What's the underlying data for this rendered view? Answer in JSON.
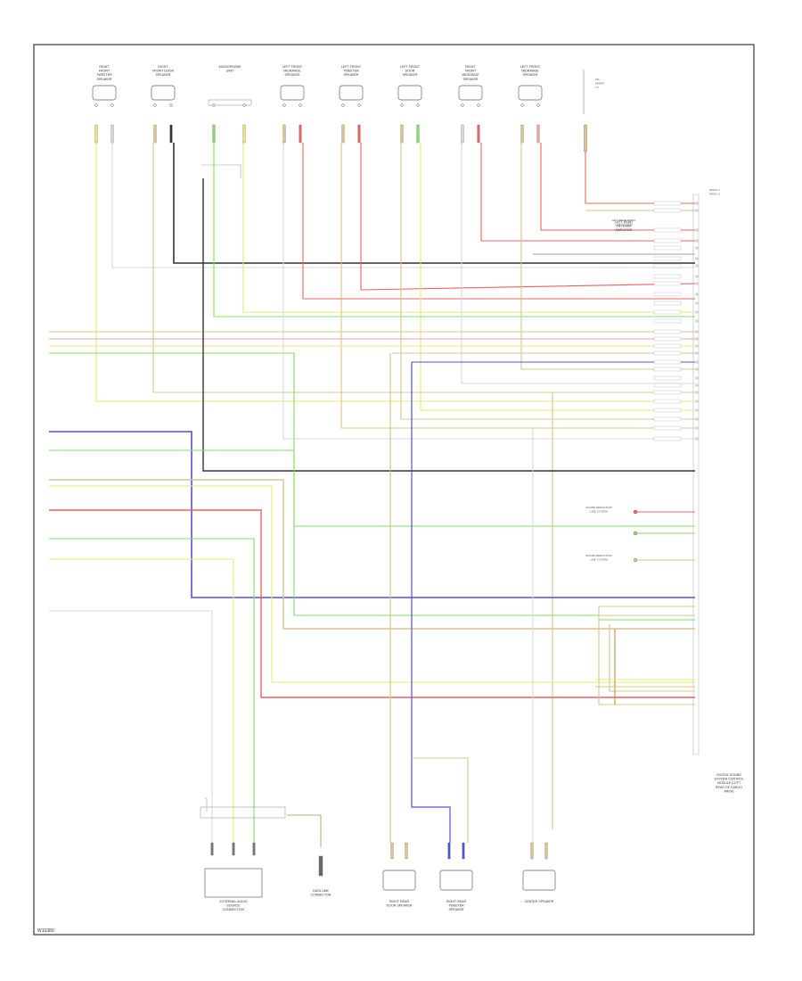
{
  "figure_code": "W10380",
  "wire_colors": {
    "YEL": "#e8e870",
    "TAN": "#d9c48a",
    "RED": "#f06060",
    "PINK": "#f7a0a0",
    "GRN": "#80e060",
    "BLU": "#5050e0",
    "GRY": "#a0a0a0",
    "BLK": "#333333",
    "WHT": "#d8d8d8",
    "BRN": "#b89040"
  },
  "top_components": [
    {
      "name": "RIGHT FRONT TWEETER SPEAKER"
    },
    {
      "name": "RIGHT FRONT DOOR SPEAKER"
    },
    {
      "name": "MICROPHONE UNIT"
    },
    {
      "name": "LEFT FRONT MIDRANGE SPEAKER"
    },
    {
      "name": "LEFT FRONT TWEETER SPEAKER"
    },
    {
      "name": "LEFT FRONT DOOR SPEAKER"
    },
    {
      "name": "RIGHT FRONT MIDRANGE SPEAKER"
    },
    {
      "name": "LEFT FRONT MIDRANGE SPEAKER"
    }
  ],
  "antenna_label": "LEFT REAR ANTENNA AMPLIFIER",
  "antenna_legend": [
    "FM",
    "AM/FM",
    "TV"
  ],
  "right_module_label": "DIGITAL SOUND SYSTEM CONTROL MODULE (LEFT REAR OF CARGO AREA)",
  "right_connectors": [
    "RADIO 1",
    "RADIO 2"
  ],
  "right_callouts": [
    "SOUND REDUCTION LINE SYSTEM",
    "SOUND REDUCTION LINE SYSTEM",
    "LEFT REAR RADIO LINE SYSTEM"
  ],
  "bottom_components": [
    {
      "name": "EXTERNAL AUDIO SOURCE CONNECTION"
    },
    {
      "name": "DATA LINK CONNECTOR"
    },
    {
      "name": "RIGHT REAR DOOR SPEAKER"
    },
    {
      "name": "RIGHT REAR TWEETER SPEAKER"
    },
    {
      "name": "CENTER SPEAKER"
    }
  ]
}
